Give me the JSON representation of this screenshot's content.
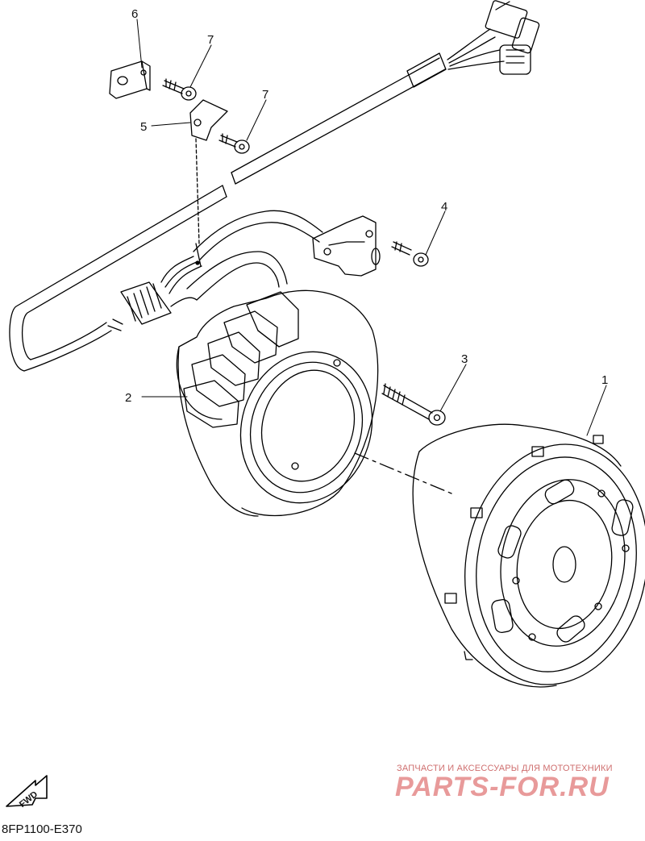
{
  "diagram": {
    "callouts": {
      "c1": "1",
      "c2": "2",
      "c3": "3",
      "c4": "4",
      "c5": "5",
      "c6": "6",
      "c7a": "7",
      "c7b": "7"
    },
    "fwd_label": "FWD",
    "drawing_code": "8FP1100-E370"
  },
  "watermark": {
    "tagline": "ЗАПЧАСТИ И АКСЕССУАРЫ ДЛЯ МОТОТЕХНИКИ",
    "brand": "PARTS-FOR.RU"
  },
  "colors": {
    "line": "#000000",
    "background": "#ffffff",
    "watermark": "#e89a9a"
  }
}
